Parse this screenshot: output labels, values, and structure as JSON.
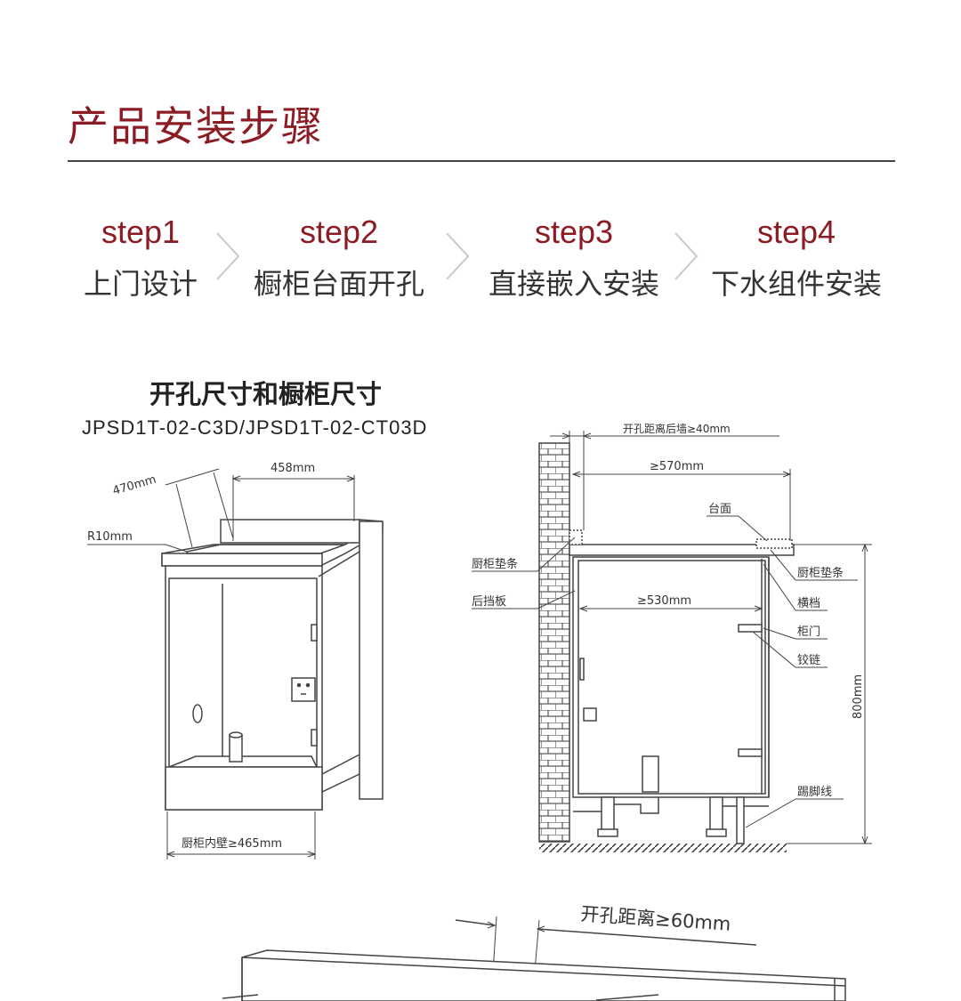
{
  "page": {
    "title": "产品安装步骤"
  },
  "steps": [
    {
      "num": "step1",
      "desc": "上门设计"
    },
    {
      "num": "step2",
      "desc": "橱柜台面开孔"
    },
    {
      "num": "step3",
      "desc": "直接嵌入安装"
    },
    {
      "num": "step4",
      "desc": "下水组件安装"
    }
  ],
  "section": {
    "title": "开孔尺寸和橱柜尺寸",
    "model": "JPSD1T-02-C3D/JPSD1T-02-CT03D"
  },
  "left_drawing": {
    "dim_width": "458mm",
    "dim_depth": "470mm",
    "radius": "R10mm",
    "inner_wall": "厨柜内壁≥465mm"
  },
  "right_drawing": {
    "dim_wall": "开孔距离后墙≥40mm",
    "dim_570": "≥570mm",
    "countertop": "台面",
    "pad_left": "厨柜垫条",
    "back_board": "后挡板",
    "dim_530": "≥530mm",
    "pad_right": "厨柜垫条",
    "crossbar": "横档",
    "door": "柜门",
    "hinge": "铰链",
    "height": "800mm",
    "kickboard": "踢脚线"
  },
  "bottom_drawing": {
    "dim_60": "开孔距离≥60mm"
  },
  "colors": {
    "accent": "#8c1c24",
    "text": "#333333",
    "line": "#444444"
  }
}
